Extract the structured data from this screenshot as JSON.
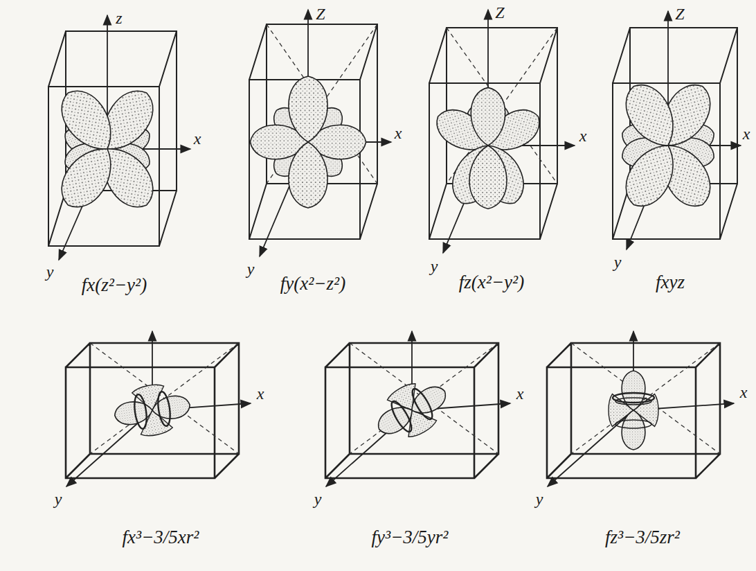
{
  "diagram": {
    "labels": [
      "z",
      "x",
      "y",
      "fx(z²−y²)",
      "Z",
      "x",
      "y",
      "fy(x²−z²)",
      "Z",
      "x",
      "y",
      "fz(x²−y²)",
      "Z",
      "x",
      "y",
      "fxyz",
      "x",
      "y",
      "fx³−3/5xr²",
      "x",
      "y",
      "fy³−3/5yr²",
      "x",
      "y",
      "fz³−3/5zr²"
    ]
  }
}
